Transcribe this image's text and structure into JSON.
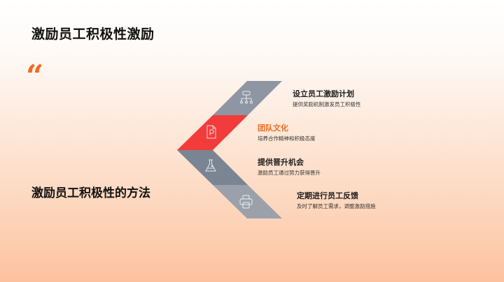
{
  "slide": {
    "title": "激励员工积极性激励",
    "quote_mark": "“",
    "section_title": "激励员工积极性的方法"
  },
  "colors": {
    "accent_orange": "#f26a21",
    "active_segment": "#f23c3c",
    "segment_gray_1": "#8e96a3",
    "segment_gray_3": "#7a8593",
    "segment_gray_4": "#9aa1ab"
  },
  "items": [
    {
      "title": "设立员工激励计划",
      "desc": "提供奖励机制激发员工积极性",
      "icon": "org-chart-icon",
      "active": false
    },
    {
      "title": "团队文化",
      "desc": "培养合作精神和积极态度",
      "icon": "document-p-icon",
      "active": true
    },
    {
      "title": "提供晋升机会",
      "desc": "激励员工通过努力获得晋升",
      "icon": "flask-icon",
      "active": false
    },
    {
      "title": "定期进行员工反馈",
      "desc": "及时了解员工需求，调整激励措施",
      "icon": "printer-icon",
      "active": false
    }
  ]
}
